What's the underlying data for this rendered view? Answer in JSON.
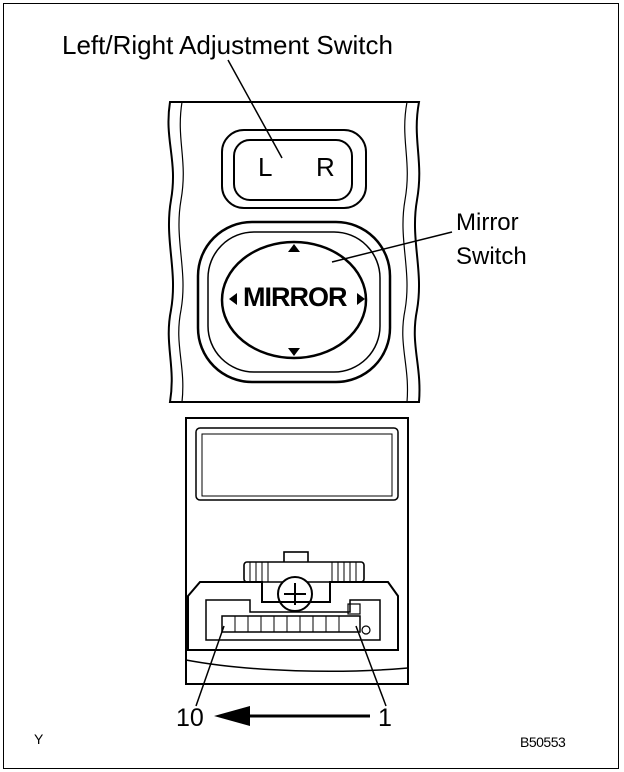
{
  "callouts": {
    "lr_switch": "Left/Right Adjustment Switch",
    "mirror_switch_line1": "Mirror",
    "mirror_switch_line2": "Switch"
  },
  "buttons": {
    "left": "L",
    "right": "R",
    "mirror": "MIRROR"
  },
  "connector": {
    "pin_start": "10",
    "pin_end": "1"
  },
  "figure": {
    "corner_mark": "Y",
    "code": "B50553"
  }
}
